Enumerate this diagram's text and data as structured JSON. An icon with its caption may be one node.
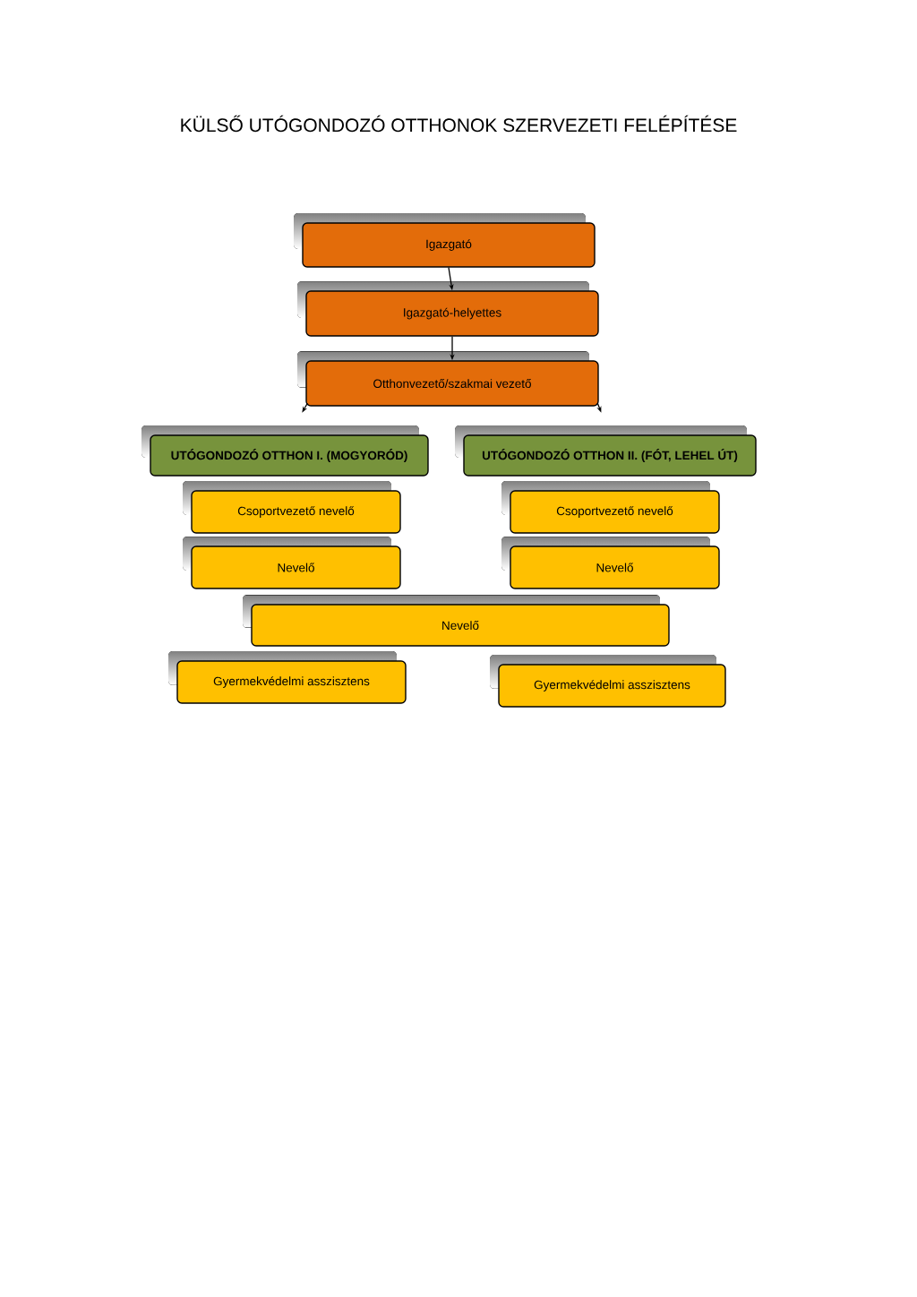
{
  "diagram": {
    "title": "KÜLSŐ UTÓGONDOZÓ OTTHONOK SZERVEZETI FELÉPÍTÉSE",
    "nodes": [
      {
        "text": [
          "Igazgató"
        ]
      },
      {
        "text": [
          "Igazgató-helyettes"
        ]
      },
      {
        "text": [
          "Otthonvezető/szakmai vezető"
        ]
      },
      {
        "text": [
          "UTÓGONDOZÓ OTTHON I. (MOGYORÓD)"
        ]
      },
      {
        "text": [
          "UTÓGONDOZÓ OTTHON II. (FÓT, LEHEL ÚT)"
        ]
      },
      {
        "text": [
          "Csoportvezető nevelő"
        ]
      },
      {
        "text": [
          "Csoportvezető nevelő"
        ]
      },
      {
        "text": [
          "Nevelő"
        ]
      },
      {
        "text": [
          "Nevelő"
        ]
      },
      {
        "text": [
          "Nevelő"
        ]
      },
      {
        "text": [
          "Gyermekvédelmi asszisztens"
        ]
      },
      {
        "text": [
          "Gyermekvédelmi asszisztens"
        ]
      }
    ],
    "edges": [
      {
        "from": 0,
        "to": 1,
        "arrow": "to"
      },
      {
        "from": 1,
        "to": 2,
        "arrow": "to"
      },
      {
        "from": 2,
        "to": 3,
        "arrow": "to"
      },
      {
        "from": 2,
        "to": 4,
        "arrow": "to"
      }
    ]
  }
}
